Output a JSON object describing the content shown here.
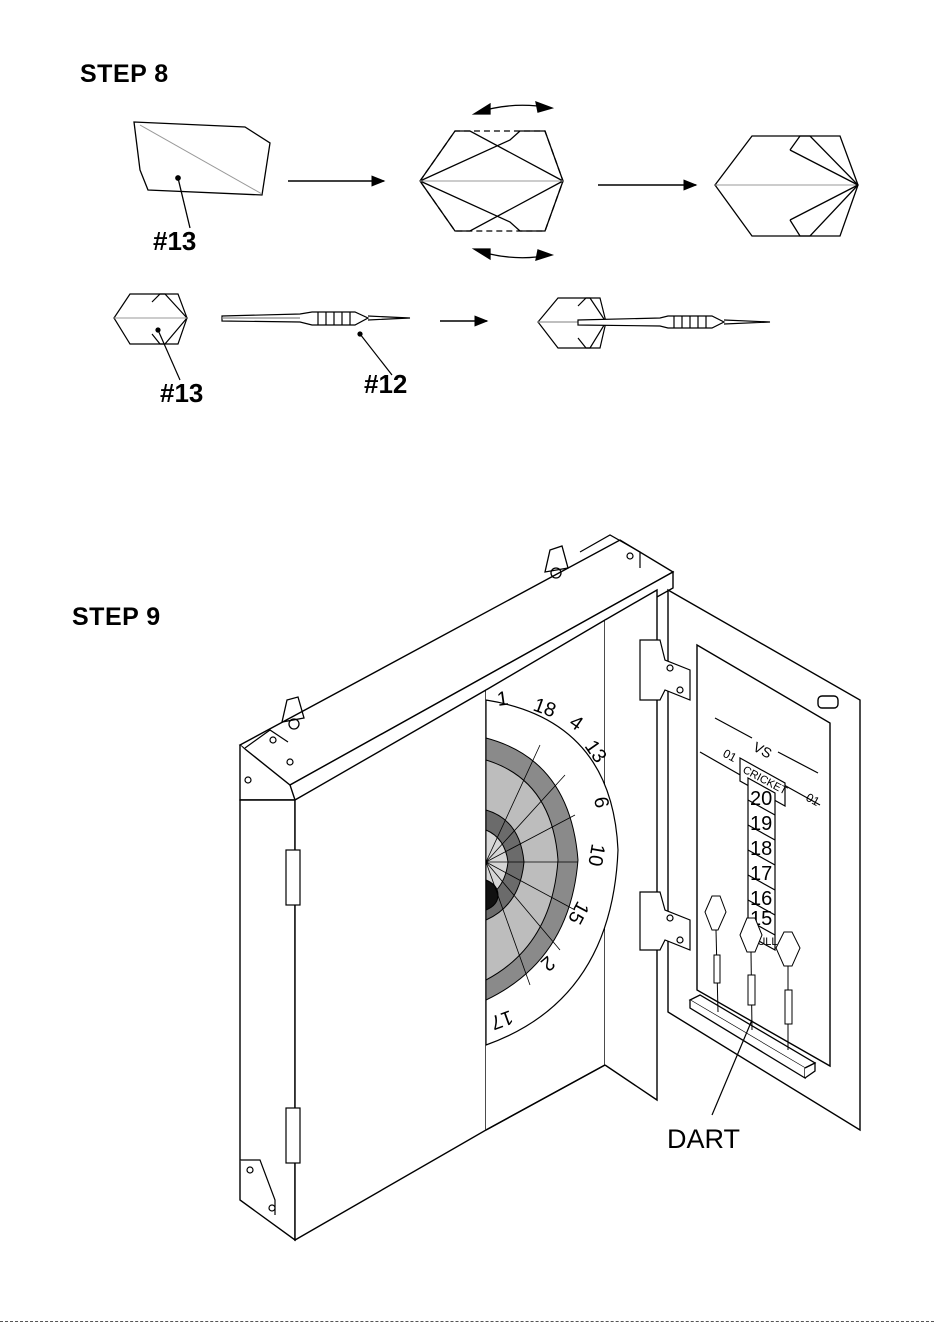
{
  "step8": {
    "title": "STEP 8",
    "labels": {
      "flight_label_1": "#13",
      "flight_label_2": "#13",
      "dart_label": "#12"
    }
  },
  "step9": {
    "title": "STEP 9",
    "board_numbers": [
      "1",
      "18",
      "4",
      "13",
      "6",
      "10",
      "15",
      "2",
      "17"
    ],
    "scoreboard": {
      "vs": "VS",
      "left_game": "01",
      "right_game": "01",
      "cricket": "CRICKET",
      "numbers": [
        "20",
        "19",
        "18",
        "17",
        "16",
        "15"
      ],
      "bull": "BULL"
    },
    "dart_label": "DART"
  }
}
